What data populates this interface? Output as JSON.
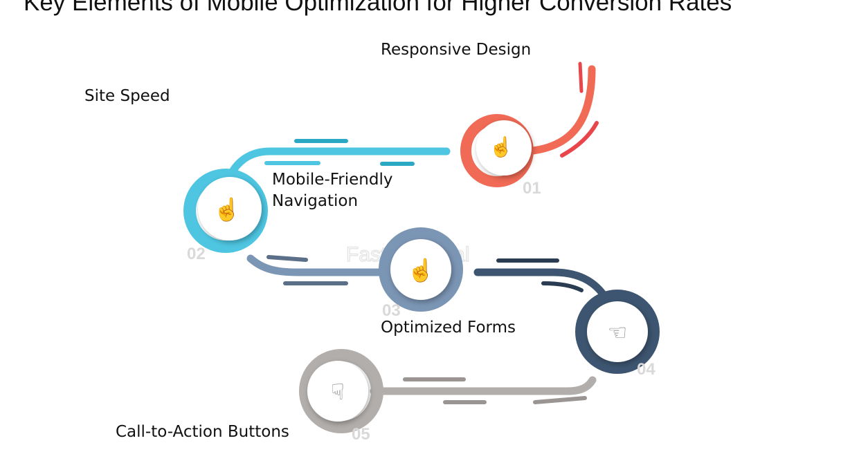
{
  "title": "Key Elements of Mobile Optimization for Higher Conversion Rates",
  "steps": [
    {
      "number": "01",
      "label": "Responsive Design",
      "color": "#f06a55"
    },
    {
      "number": "02",
      "label": "Site Speed",
      "color": "#4ec6e2"
    },
    {
      "number": "03",
      "label": "Mobile-Friendly Navigation",
      "label_line1": "Mobile-Friendly",
      "label_line2": "Navigation",
      "color": "#7b95b4"
    },
    {
      "number": "04",
      "label": "Optimized Forms",
      "color": "#3d5570"
    },
    {
      "number": "05",
      "label": "Call-to-Action Buttons",
      "color": "#b2aeab"
    }
  ],
  "watermark": "FasterCapital"
}
